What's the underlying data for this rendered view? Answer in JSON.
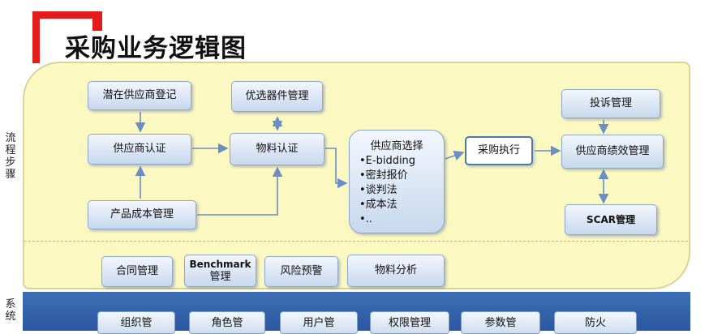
{
  "title": "采购业务逻辑图",
  "side_labels": {
    "process": "流程步骤",
    "system": "系统"
  },
  "process": {
    "supplier_register": "潜在供应商登记",
    "supplier_certify": "供应商认证",
    "cost_mgmt": "产品成本管理",
    "preferred_parts": "优选器件管理",
    "material_certify": "物料认证",
    "supplier_select": {
      "title": "供应商选择",
      "items": [
        "E-bidding",
        "密封报价",
        "谈判法",
        "成本法",
        ".."
      ]
    },
    "purchase_exec": "采购执行",
    "complaint_mgmt": "投诉管理",
    "performance_mgmt": "供应商绩效管理",
    "scar_mgmt": "SCAR管理"
  },
  "support": {
    "contract": "合同管理",
    "benchmark_line1": "Benchmark",
    "benchmark_line2": "管理",
    "risk_warning": "风险预警",
    "material_analysis": "物料分析"
  },
  "system": {
    "items": [
      "组织管",
      "角色管",
      "用户管",
      "权限管理",
      "参数管",
      "防火"
    ]
  },
  "colors": {
    "accent_red": "#e41b1b",
    "panel": "#fbf8c2",
    "system_bar": "#2b58a0",
    "box_border": "#8fa8cf"
  }
}
